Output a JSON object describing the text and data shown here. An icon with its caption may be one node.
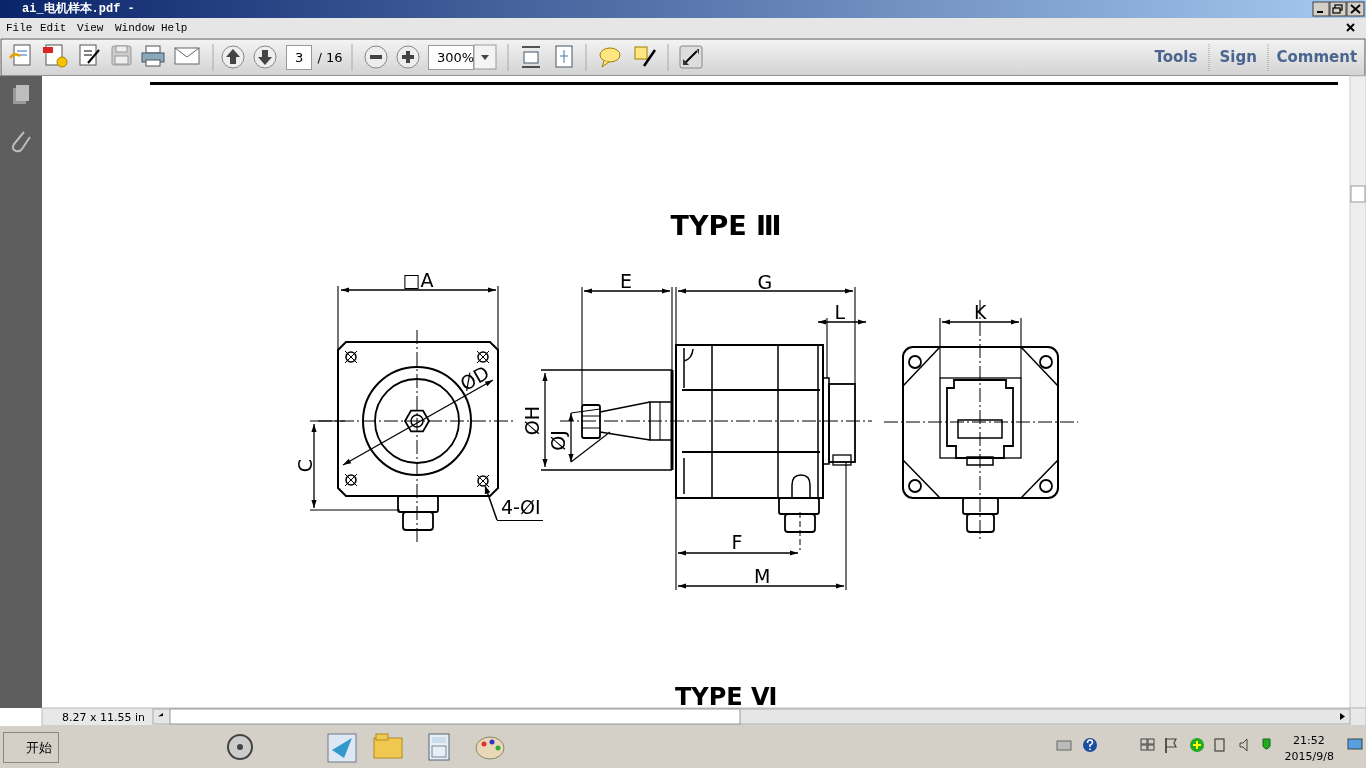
{
  "diagram": {
    "title": "TYPE Ⅲ",
    "nodes": [
      {
        "text": [
          "4-ØI"
        ]
      },
      {
        "text": [],
        "shape": "circle"
      }
    ],
    "edges": [
      {
        "from": 0,
        "to": 1,
        "arrow": "to"
      }
    ],
    "labels": [
      "ai_电机样本.pdf -",
      "File",
      "Edit",
      "View",
      "Window",
      "Help",
      "3",
      "/ 16",
      "300%",
      "Tools",
      "Sign",
      "Comment",
      "□A",
      "E",
      "G",
      "L",
      "K",
      "ØD",
      "ØH",
      "C",
      "ØJ",
      "F",
      "M",
      "TYPE Ⅵ",
      "8.27 x 11.55 in",
      "开始",
      "21:52",
      "2015/9/8"
    ]
  }
}
